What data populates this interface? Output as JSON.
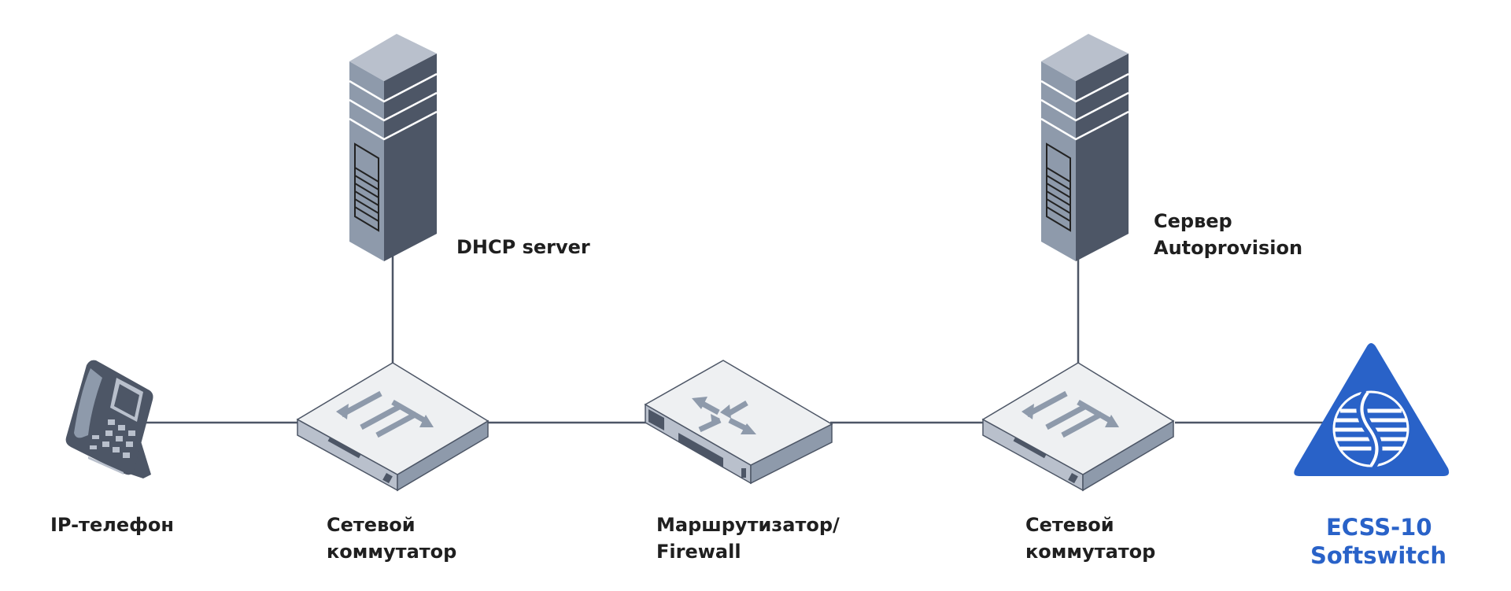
{
  "colors": {
    "link": "#4d5666",
    "brand": "#2962c8",
    "device_dark": "#4d5666",
    "device_mid": "#8e9aab",
    "device_light": "#b9c0cc",
    "device_top": "#eef0f2"
  },
  "nodes": {
    "phone": {
      "label": "IP-телефон",
      "icon": "ip-phone-icon"
    },
    "switch1": {
      "label_line1": "Сетевой",
      "label_line2": "коммутатор",
      "icon": "network-switch-icon"
    },
    "dhcp": {
      "label": "DHCP server",
      "icon": "server-icon"
    },
    "router": {
      "label_line1": "Маршрутизатор/",
      "label_line2": "Firewall",
      "icon": "router-icon"
    },
    "switch2": {
      "label_line1": "Сетевой",
      "label_line2": "коммутатор",
      "icon": "network-switch-icon"
    },
    "autoprov": {
      "label_line1": "Сервер",
      "label_line2": "Autoprovision",
      "icon": "server-icon"
    },
    "ecss": {
      "label_line1": "ECSS-10",
      "label_line2": "Softswitch",
      "icon": "ecss-softswitch-logo"
    }
  }
}
